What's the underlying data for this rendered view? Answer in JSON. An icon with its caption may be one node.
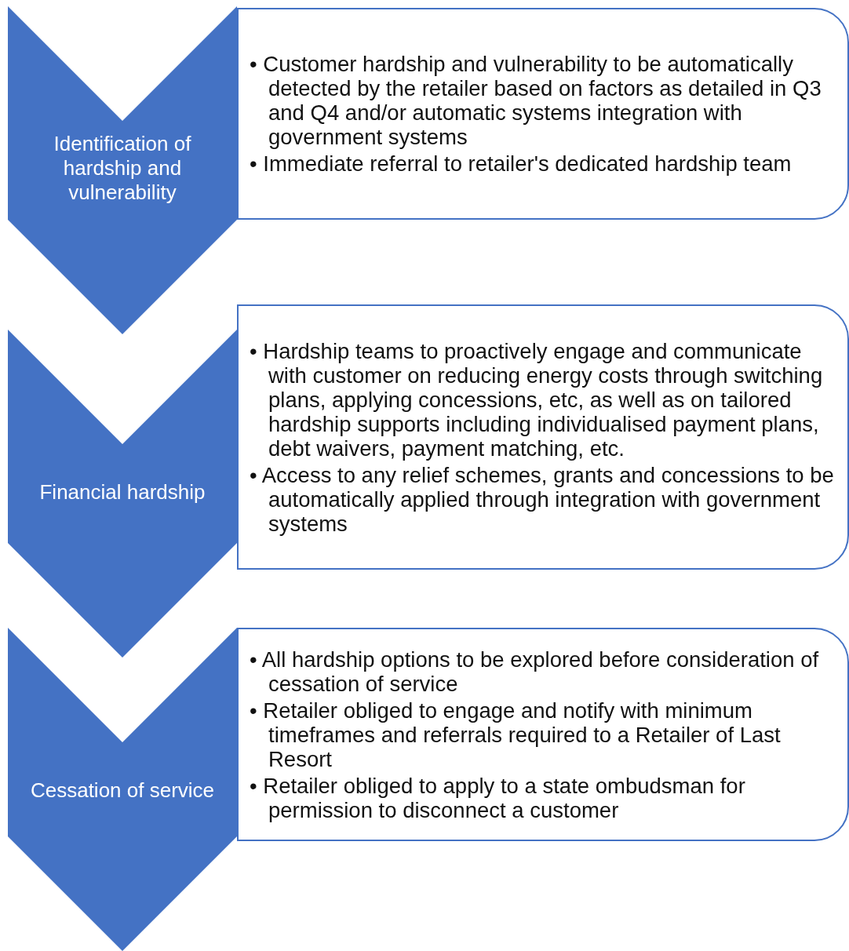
{
  "diagram": {
    "nodes": [
      {
        "text": [
          "Identification of hardship and vulnerability"
        ]
      },
      {
        "text": [
          "• Customer hardship and vulnerability to be automatically detected by the retailer based on factors as detailed in Q3 and Q4 and/or automatic systems integration with government systems",
          "• Immediate referral to retailer's dedicated hardship team"
        ]
      },
      {
        "text": [
          "Financial hardship"
        ]
      },
      {
        "text": [
          "• Hardship teams to proactively engage and communicate with customer on reducing energy costs through switching plans, applying concessions, etc, as well as on tailored hardship supports including individualised payment plans, debt waivers, payment matching, etc.",
          "• Access to any relief schemes, grants and concessions to be automatically applied through integration with government systems"
        ]
      },
      {
        "text": [
          "Cessation of service"
        ]
      },
      {
        "text": [
          "• All hardship options to be explored before consideration of cessation of service",
          "• Retailer obliged to engage and notify with minimum timeframes and referrals required to a Retailer of Last Resort",
          "• Retailer obliged to apply to a state ombudsman for permission to disconnect a customer"
        ]
      }
    ]
  }
}
